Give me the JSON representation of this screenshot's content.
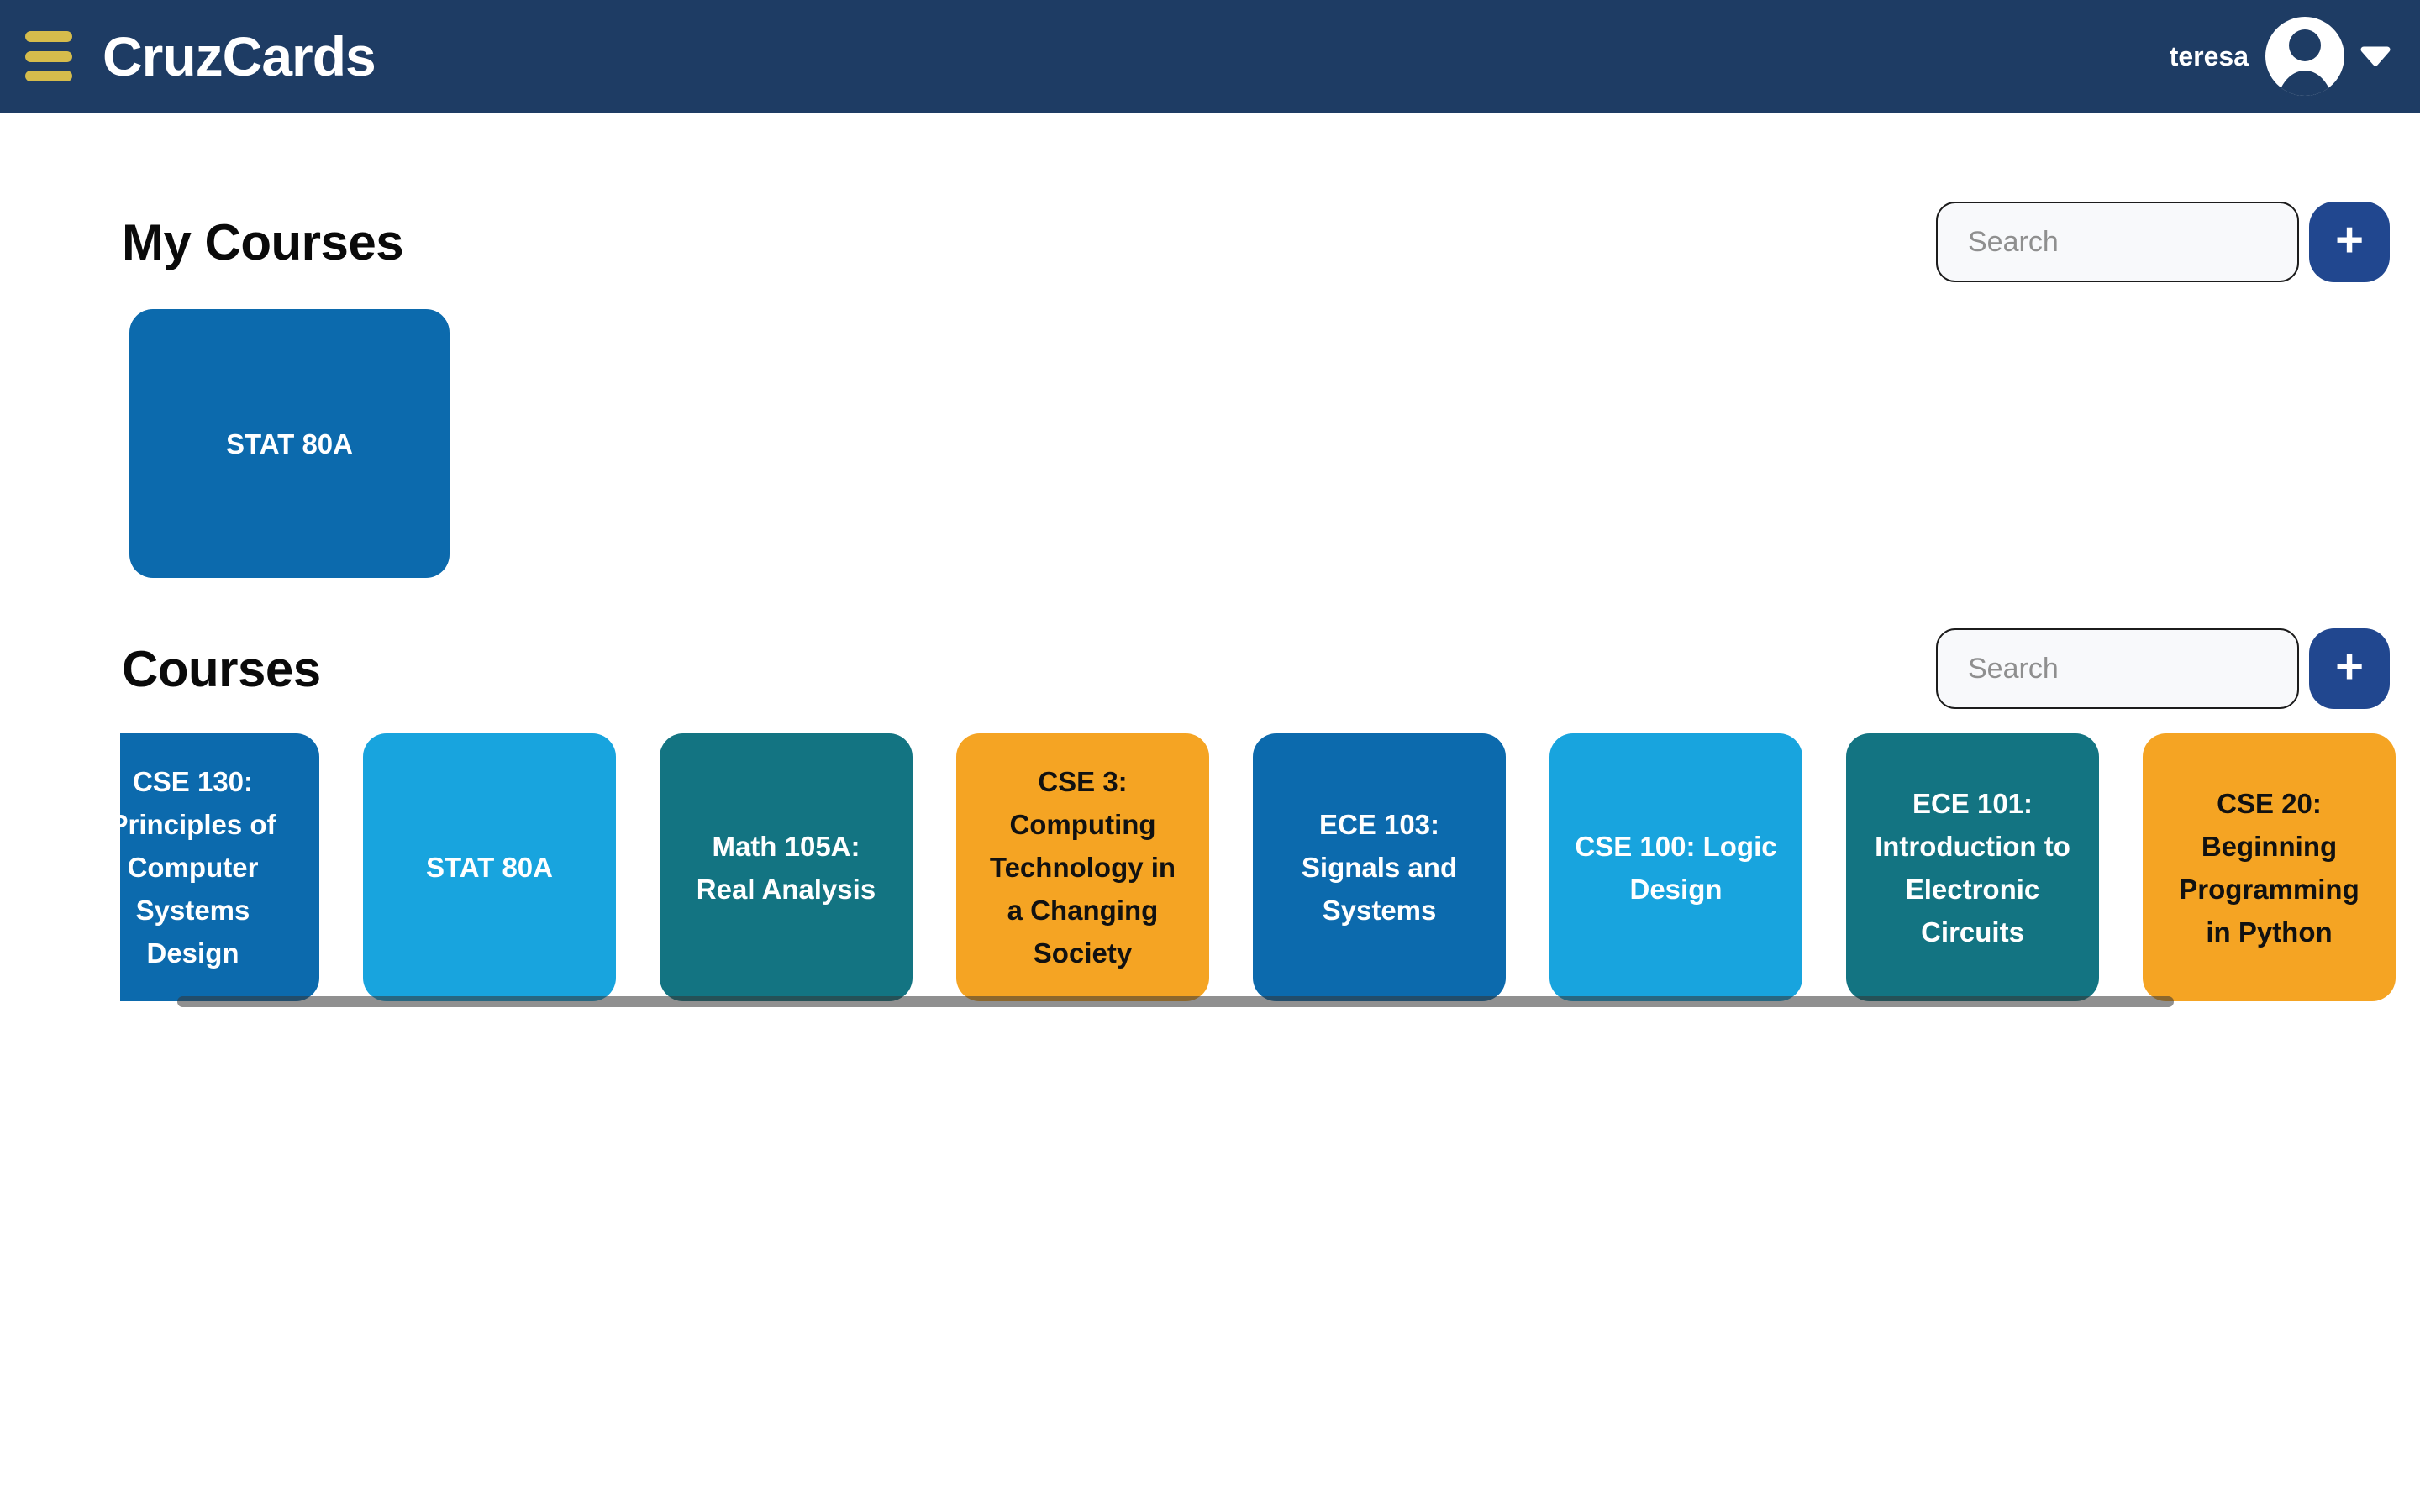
{
  "header": {
    "app_title": "CruzCards",
    "username": "teresa"
  },
  "colors": {
    "header_bg": "#1e3c64",
    "accent_gold": "#d5bc4c",
    "add_button_bg": "#21478f",
    "card_dark_blue": "#0c6aad",
    "card_light_blue": "#18a4de",
    "card_teal": "#137482",
    "card_orange": "#f5a423",
    "scrollbar_gray": "#8f8f8f"
  },
  "my_courses": {
    "title": "My Courses",
    "search_placeholder": "Search",
    "add_button_label": "+",
    "cards": [
      {
        "lines": [
          "STAT 80A"
        ],
        "bg": "#0c6aad",
        "fg": "#ffffff"
      }
    ]
  },
  "courses": {
    "title": "Courses",
    "search_placeholder": "Search",
    "add_button_label": "+",
    "cards": [
      {
        "lines": [
          "CSE 130:",
          "Principles of",
          "Computer",
          "Systems",
          "Design"
        ],
        "bg": "#0c6aad",
        "fg": "#ffffff"
      },
      {
        "lines": [
          "STAT 80A"
        ],
        "bg": "#18a4de",
        "fg": "#ffffff"
      },
      {
        "lines": [
          "Math 105A:",
          "Real Analysis"
        ],
        "bg": "#137482",
        "fg": "#ffffff"
      },
      {
        "lines": [
          "CSE 3:",
          "Computing",
          "Technology in",
          "a Changing",
          "Society"
        ],
        "bg": "#f5a423",
        "fg": "#111111"
      },
      {
        "lines": [
          "ECE 103:",
          "Signals and",
          "Systems"
        ],
        "bg": "#0c6aad",
        "fg": "#ffffff"
      },
      {
        "lines": [
          "CSE 100: Logic",
          "Design"
        ],
        "bg": "#18a4de",
        "fg": "#ffffff"
      },
      {
        "lines": [
          "ECE 101:",
          "Introduction to",
          "Electronic",
          "Circuits"
        ],
        "bg": "#137482",
        "fg": "#ffffff"
      },
      {
        "lines": [
          "CSE 20:",
          "Beginning",
          "Programming",
          "in Python"
        ],
        "bg": "#f5a423",
        "fg": "#111111"
      }
    ]
  }
}
